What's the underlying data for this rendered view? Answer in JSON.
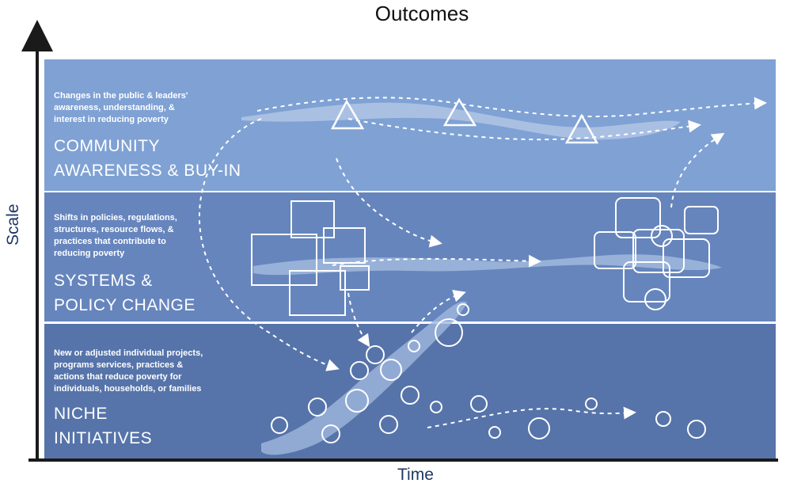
{
  "title": "Outcomes",
  "axes": {
    "y_label": "Scale",
    "x_label": "Time"
  },
  "colors": {
    "band_top": "#7fa1d4",
    "band_mid": "#6685bd",
    "band_bot": "#5674aa",
    "axis": "#1a1a1a",
    "white": "#ffffff"
  },
  "levels": [
    {
      "id": "community",
      "heading_line1": "COMMUNITY",
      "heading_line2": "AWARENESS & BUY-IN",
      "desc_line1": "Changes in the public & leaders'",
      "desc_line2": "awareness, understanding, &",
      "desc_line3": "interest in reducing poverty",
      "desc_line4": ""
    },
    {
      "id": "systems",
      "heading_line1": "SYSTEMS &",
      "heading_line2": "POLICY CHANGE",
      "desc_line1": "Shifts in policies, regulations,",
      "desc_line2": "structures, resource flows, &",
      "desc_line3": "practices that contribute to",
      "desc_line4": "reducing poverty"
    },
    {
      "id": "niche",
      "heading_line1": "NICHE",
      "heading_line2": "INITIATIVES",
      "desc_line1": "New or adjusted individual projects,",
      "desc_line2": "programs services, practices &",
      "desc_line3": "actions that reduce poverty for",
      "desc_line4": "individuals, households, or families"
    }
  ]
}
